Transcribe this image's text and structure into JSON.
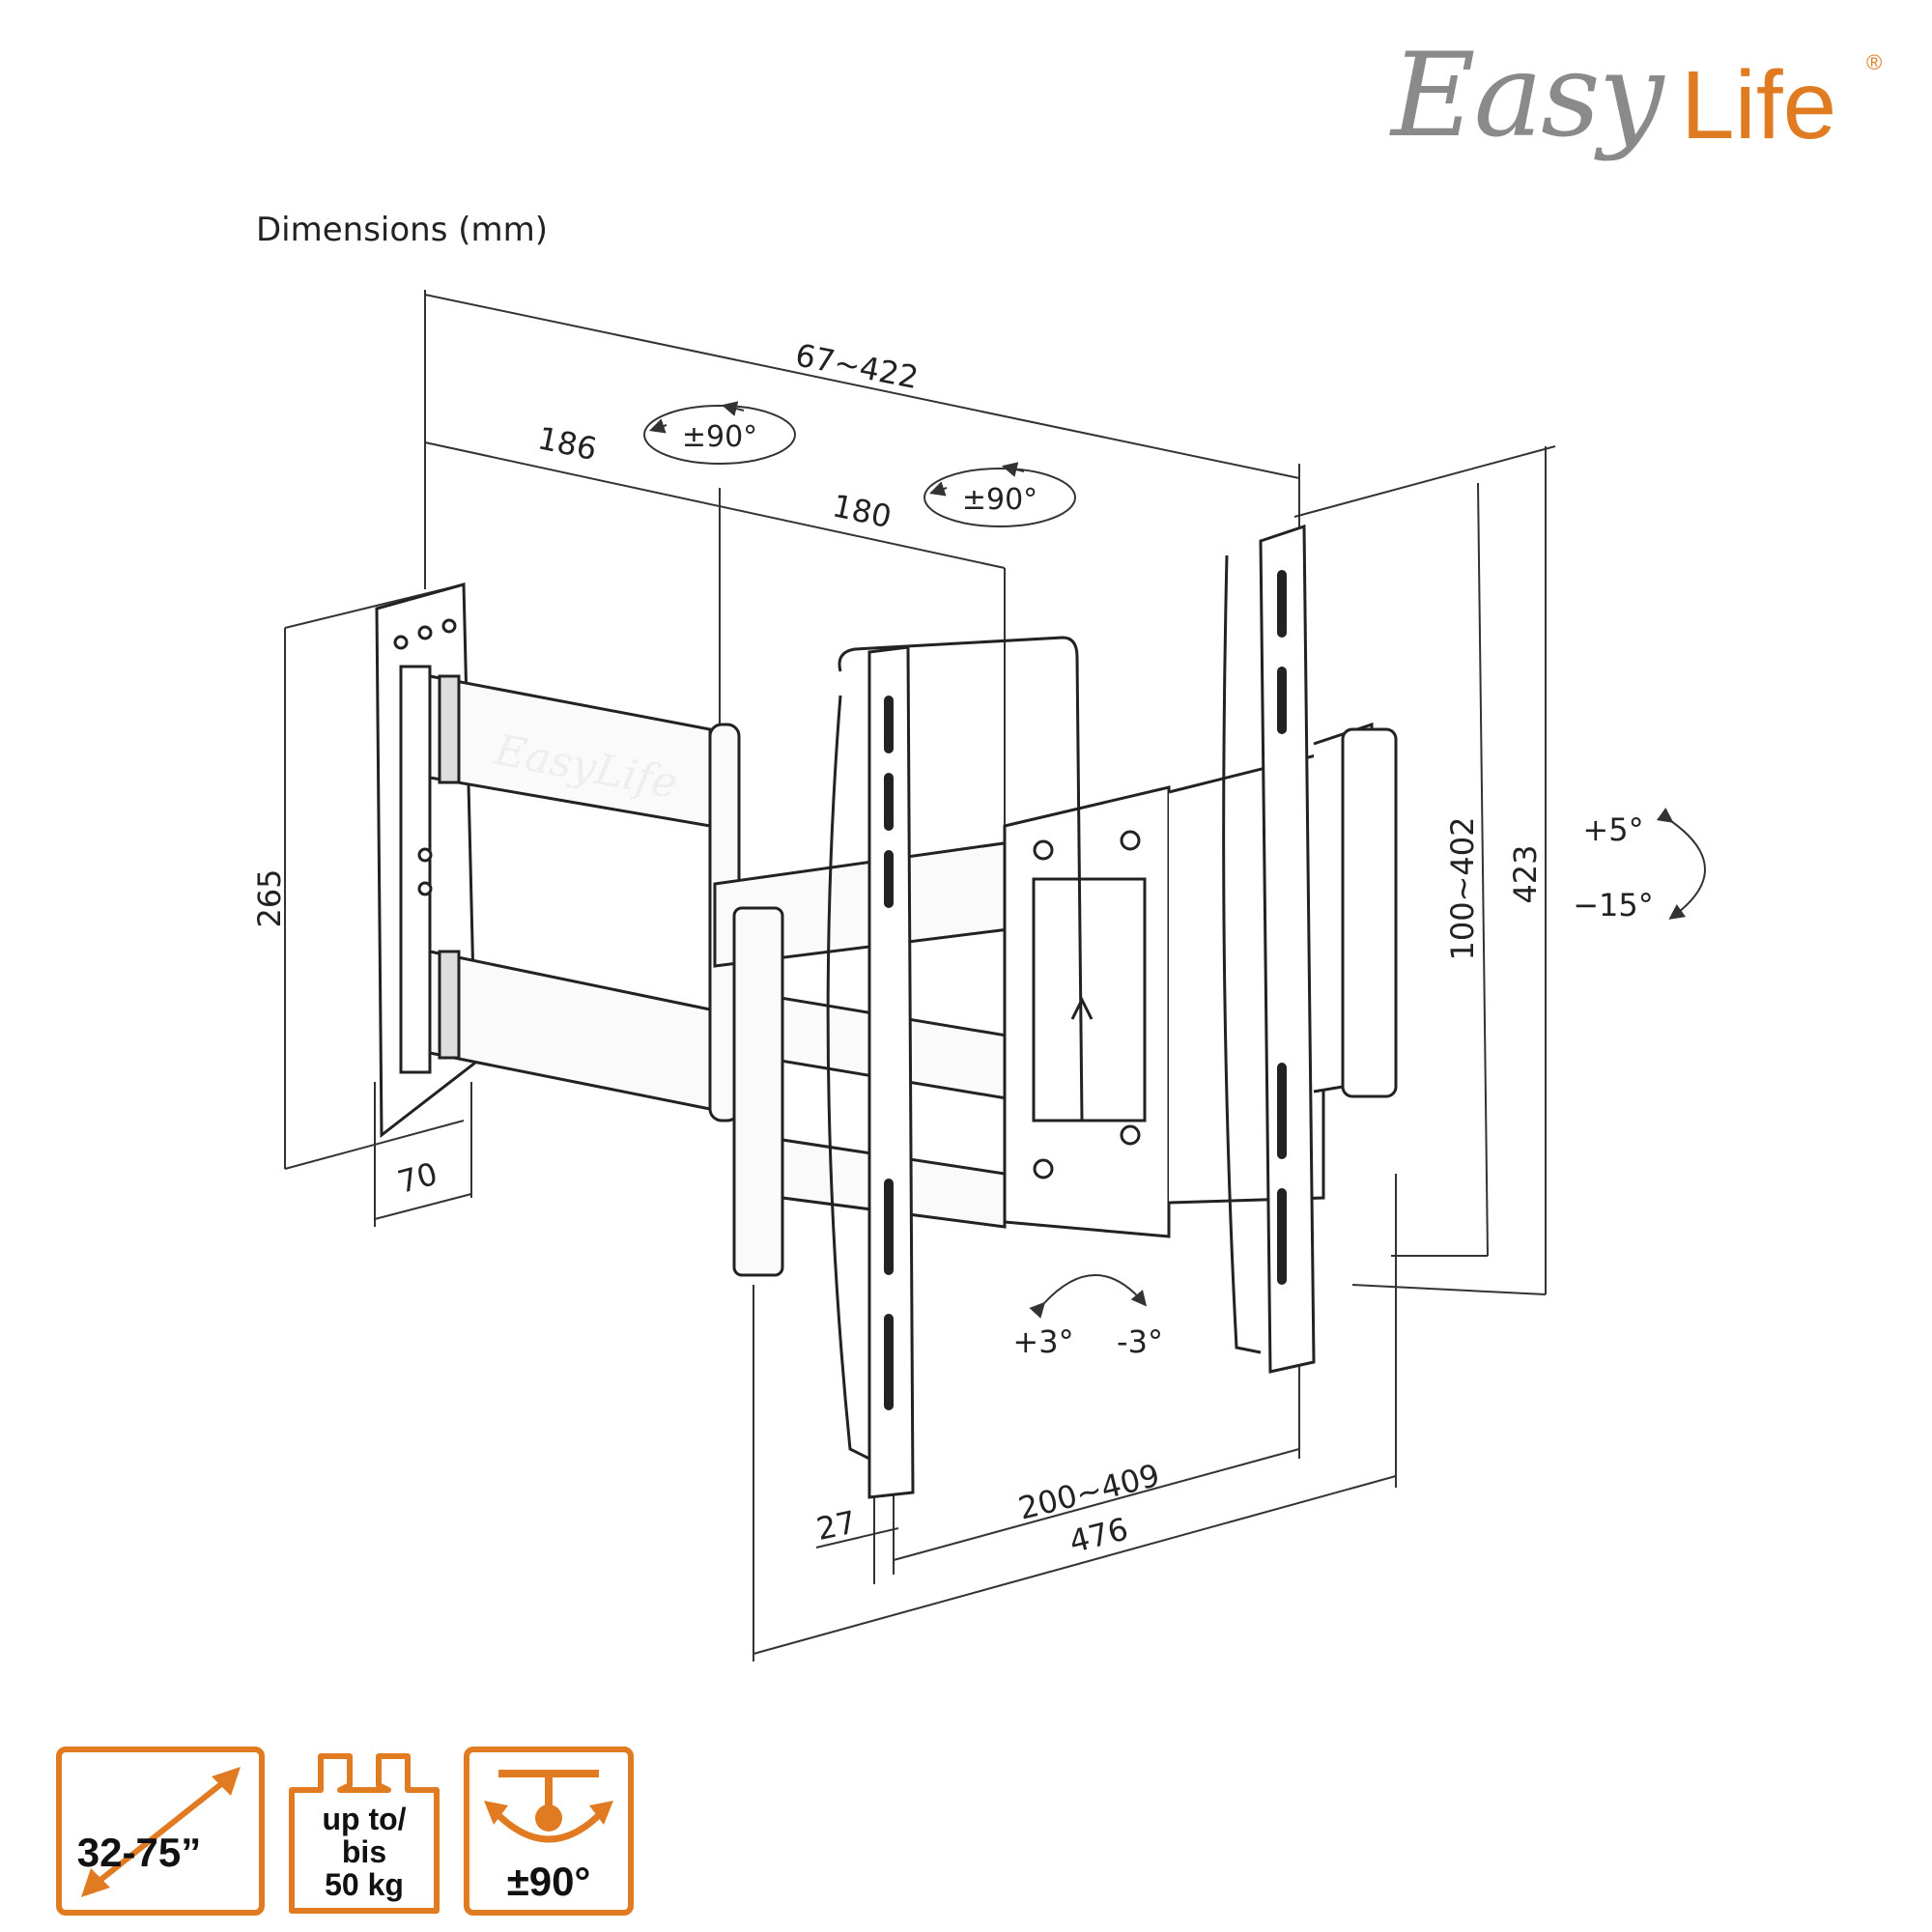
{
  "brand": {
    "easy": "Easy",
    "life": "Life",
    "registered": "®",
    "color_gray": "#8a8a8a",
    "color_orange": "#e07b22"
  },
  "title": "Dimensions (mm)",
  "dimensions": {
    "arm_extension": "67~422",
    "arm_segment_1": "186",
    "arm_segment_2": "180",
    "swivel_1": "±90°",
    "swivel_2": "±90°",
    "wall_plate_height": "265",
    "wall_plate_width": "70",
    "vesa_vertical": "100~402",
    "overall_height": "423",
    "tilt_up": "+5°",
    "tilt_down": "−15°",
    "rotation_plus": "+3°",
    "rotation_minus": "-3°",
    "vesa_horizontal": "200~409",
    "overall_width": "476",
    "depth": "27"
  },
  "features": {
    "screen_size": "32-75”",
    "load_line1": "up to/",
    "load_line2": "bis",
    "load_line3": "50 kg",
    "swivel": "±90°"
  }
}
